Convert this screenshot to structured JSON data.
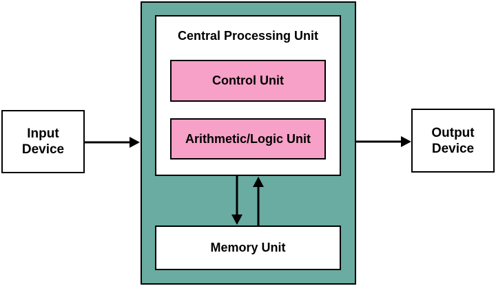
{
  "colors": {
    "computer_fill": "#6aaba2",
    "unit_fill": "#f7a0c8",
    "stroke": "#000000",
    "background": "#ffffff"
  },
  "cpu": {
    "title": "Central Processing Unit",
    "control_unit": "Control Unit",
    "alu": "Arithmetic/Logic Unit"
  },
  "memory": {
    "label": "Memory Unit"
  },
  "input": {
    "label": "Input\nDevice"
  },
  "output": {
    "label": "Output\nDevice"
  }
}
